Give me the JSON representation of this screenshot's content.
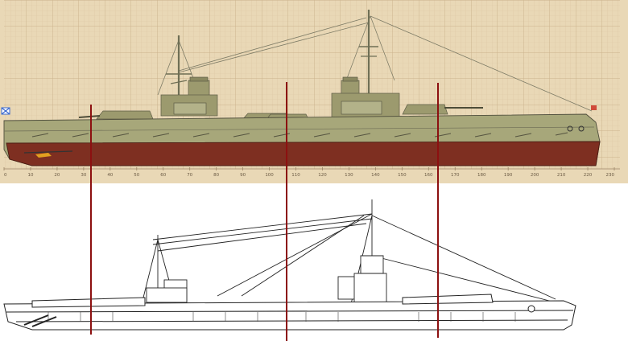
{
  "colors": {
    "panel_bg": "#e9d8b6",
    "grid_minor": "#dcc7a3",
    "grid_major": "#cbb28c",
    "hull_upper": "#a7a77a",
    "hull_lower": "#7e2f21",
    "superstructure": "#9c9a6e",
    "mast": "#6f6f55",
    "marker_line": "#8c1010",
    "drawing_ink": "#222222"
  },
  "scale": {
    "ticks": [
      "0",
      "10",
      "20",
      "30",
      "40",
      "50",
      "60",
      "70",
      "80",
      "90",
      "100",
      "110",
      "120",
      "130",
      "140",
      "150",
      "160",
      "170",
      "180",
      "190",
      "200",
      "210",
      "220",
      "230"
    ]
  },
  "markers": [
    {
      "name": "marker-line-fore"
    },
    {
      "name": "marker-line-mid"
    },
    {
      "name": "marker-line-aft"
    }
  ]
}
